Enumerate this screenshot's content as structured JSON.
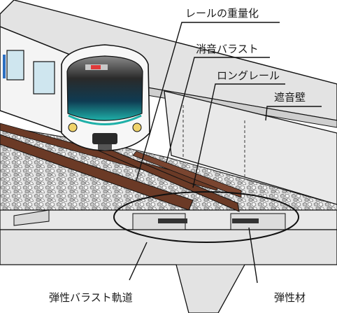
{
  "labels": {
    "heavy_rail": "レールの重量化",
    "sound_ballast": "消音バラスト",
    "long_rail": "ロングレール",
    "sound_wall": "遮音壁",
    "elastic_track": "弾性バラスト軌道",
    "elastic_material": "弾性材"
  },
  "colors": {
    "train_body": "#f2f2f2",
    "train_window": "#cfe6ef",
    "front_glass": "#1b1b1b",
    "teal_stripe": "#1fb0a8",
    "blue_stripe": "#2b6fc2",
    "rail": "#6b3a26",
    "ballast": "#d9d9d9",
    "concrete": "#dcdcdc",
    "outline": "#111111"
  }
}
